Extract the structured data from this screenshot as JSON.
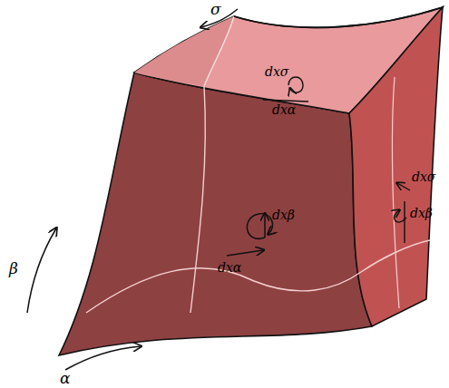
{
  "diagram": {
    "labels": [
      "σ",
      "dxσ",
      "dxα",
      "dxσ",
      "dxβ",
      "dxβ",
      "dxα",
      "β",
      "α"
    ]
  }
}
